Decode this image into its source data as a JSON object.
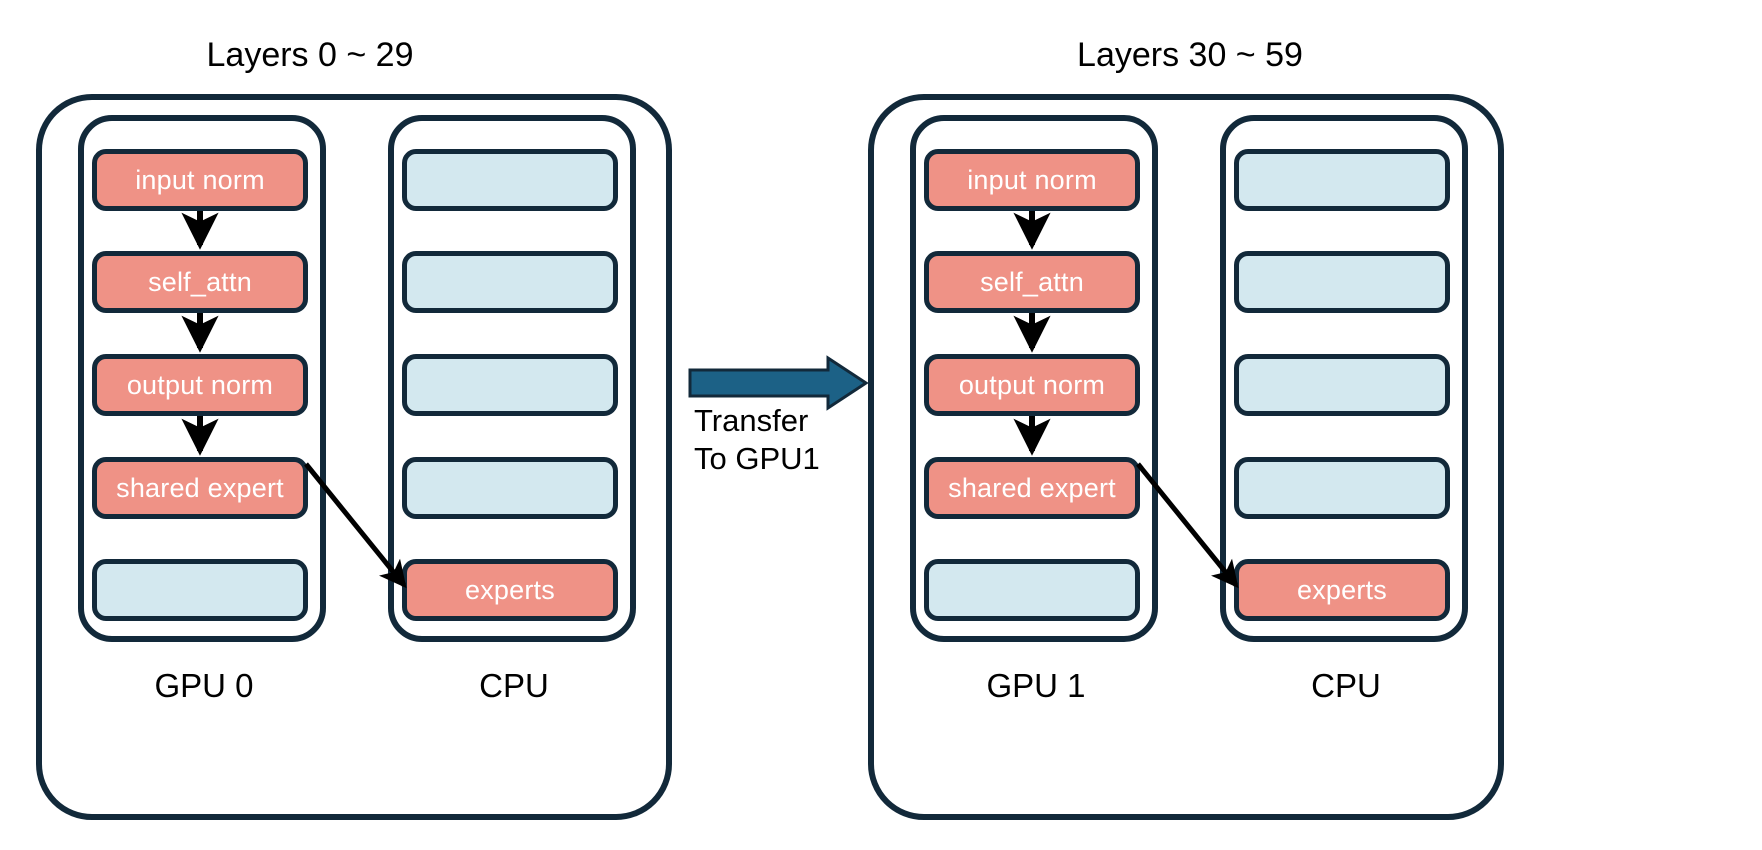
{
  "diagram": {
    "title_left": "Layers 0 ~ 29",
    "title_right": "Layers 30 ~ 59",
    "colors": {
      "active_fill": "#ef9286",
      "idle_fill": "#d3e8ef",
      "stroke": "#12293a",
      "transfer_arrow": "#1c6186",
      "background": "#ffffff",
      "text_on_active": "#ffffff",
      "text_label": "#000000"
    },
    "transfer": {
      "label_line1": "Transfer",
      "label_line2": "To GPU1",
      "label": "Transfer\nTo GPU1",
      "direction": "left-to-right"
    },
    "panels": [
      {
        "id": "panel-left",
        "title": "Layers 0 ~ 29",
        "columns": [
          {
            "id": "gpu-0",
            "label": "GPU 0",
            "kind": "gpu",
            "modules": [
              {
                "label": "input norm",
                "state": "active"
              },
              {
                "label": "self_attn",
                "state": "active"
              },
              {
                "label": "output norm",
                "state": "active"
              },
              {
                "label": "shared expert",
                "state": "active"
              },
              {
                "label": "",
                "state": "idle"
              }
            ]
          },
          {
            "id": "cpu-0",
            "label": "CPU",
            "kind": "cpu",
            "modules": [
              {
                "label": "",
                "state": "idle"
              },
              {
                "label": "",
                "state": "idle"
              },
              {
                "label": "",
                "state": "idle"
              },
              {
                "label": "",
                "state": "idle"
              },
              {
                "label": "experts",
                "state": "active"
              }
            ]
          }
        ]
      },
      {
        "id": "panel-right",
        "title": "Layers 30 ~ 59",
        "columns": [
          {
            "id": "gpu-1",
            "label": "GPU 1",
            "kind": "gpu",
            "modules": [
              {
                "label": "input norm",
                "state": "active"
              },
              {
                "label": "self_attn",
                "state": "active"
              },
              {
                "label": "output norm",
                "state": "active"
              },
              {
                "label": "shared expert",
                "state": "active"
              },
              {
                "label": "",
                "state": "idle"
              }
            ]
          },
          {
            "id": "cpu-1",
            "label": "CPU",
            "kind": "cpu",
            "modules": [
              {
                "label": "",
                "state": "idle"
              },
              {
                "label": "",
                "state": "idle"
              },
              {
                "label": "",
                "state": "idle"
              },
              {
                "label": "",
                "state": "idle"
              },
              {
                "label": "experts",
                "state": "active"
              }
            ]
          }
        ]
      }
    ]
  }
}
